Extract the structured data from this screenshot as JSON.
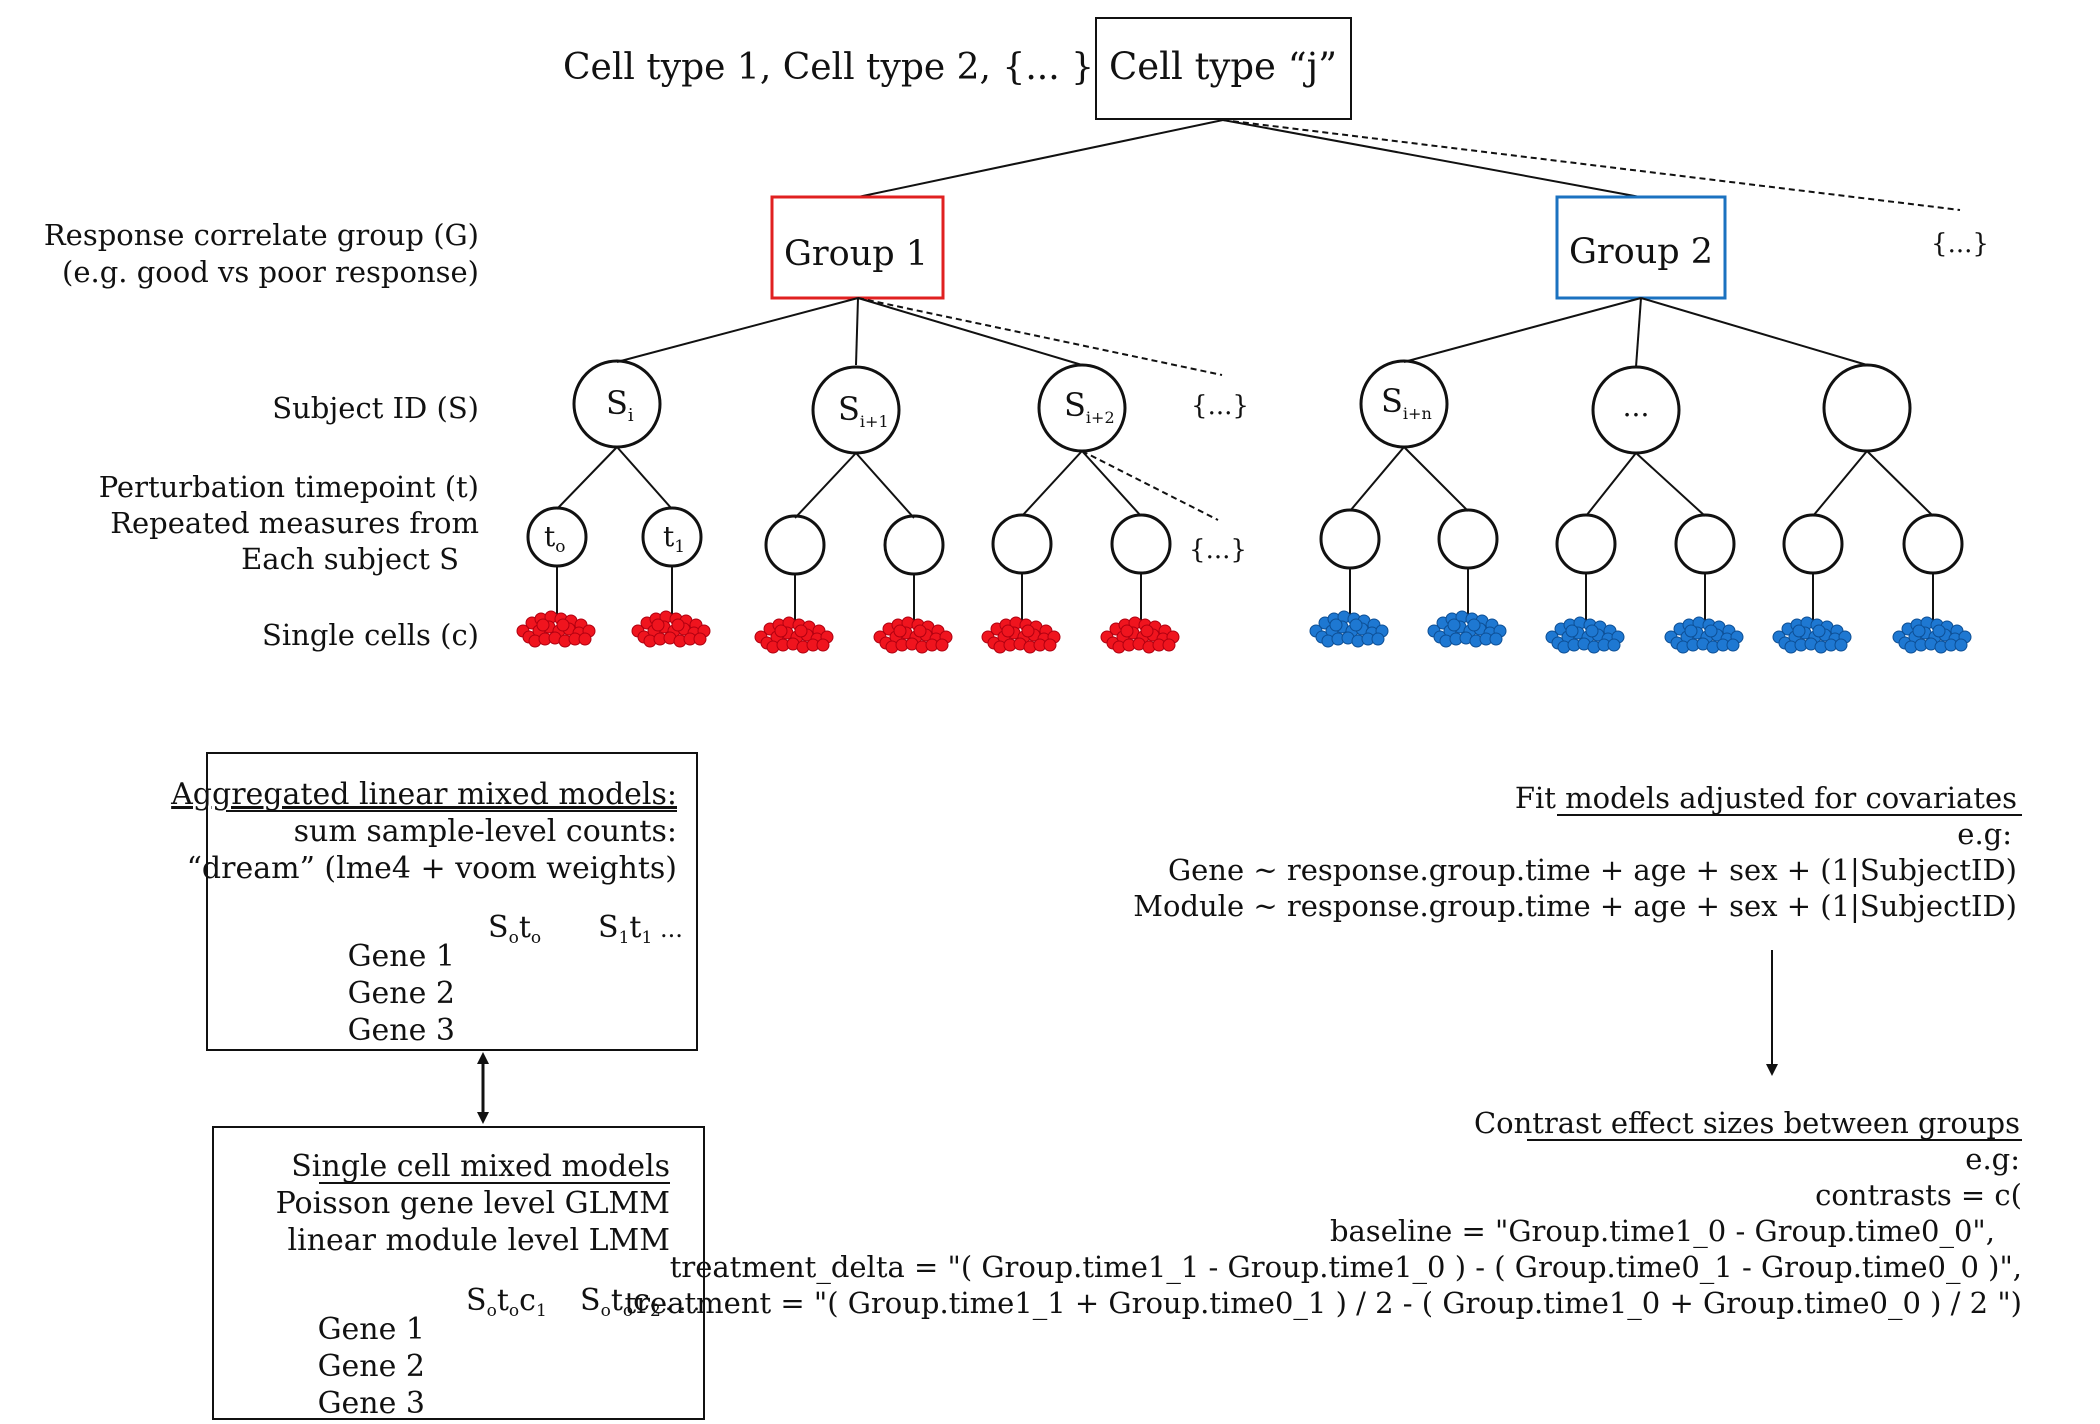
{
  "colors": {
    "line": "#111111",
    "group1": "#e02020",
    "group2": "#1b72c0",
    "cells_red": "#f0141e",
    "cells_blue": "#1e78d2"
  },
  "top": {
    "cell_types_list": "Cell type 1,  Cell type 2,   {... }",
    "cell_type_box": "Cell type “j”"
  },
  "row_labels": {
    "group_line1": "Response correlate group (G)",
    "group_line2": "(e.g. good vs poor response)",
    "subject": "Subject ID (S)",
    "time_line1": "Perturbation timepoint (t)",
    "time_line2": "Repeated measures from",
    "time_line3": "Each subject S",
    "cells": "Single cells (c)"
  },
  "groups": {
    "group1": "Group 1",
    "group2": "Group 2",
    "more": "{...}"
  },
  "subjects": {
    "s1_main": "S",
    "s1_sub": "i",
    "s2_main": "S",
    "s2_sub": "i+1",
    "s3_main": "S",
    "s3_sub": "i+2",
    "s4_main": "S",
    "s4_sub": "i+n",
    "s5": "...",
    "more": "{...}"
  },
  "timepoints": {
    "t0_main": "t",
    "t0_sub": "o",
    "t1_main": "t",
    "t1_sub": "1",
    "more": "{...}"
  },
  "box_aggregated": {
    "title": "Aggregated linear mixed models:",
    "line1": "sum sample-level counts:",
    "line2": "“dream” (lme4 + voom weights)",
    "col1_main": "S",
    "col1_sub1": "o",
    "col1_mid": "t",
    "col1_sub2": "o",
    "col2_main": "S",
    "col2_sub1": "1",
    "col2_mid": "t",
    "col2_sub2": "1",
    "col_more": "...",
    "rows": [
      "Gene 1",
      "Gene 2",
      "Gene 3"
    ]
  },
  "box_single_cell": {
    "title": "Single cell mixed models",
    "line1": "Poisson gene level GLMM",
    "line2": "linear module level LMM",
    "col1_main": "S",
    "col1_sub1": "o",
    "col1_mid": "t",
    "col1_sub2": "o",
    "col1_c": "c",
    "col1_sub3": "1",
    "col2_main": "S",
    "col2_sub1": "o",
    "col2_mid": "t",
    "col2_sub2": "o",
    "col2_c": "c",
    "col2_sub3": "2",
    "col_more": ". . .",
    "rows": [
      "Gene 1",
      "Gene 2",
      "Gene 3"
    ]
  },
  "fit_models": {
    "title": "Fit models adjusted for covariates",
    "eg": "e.g:",
    "line1": "Gene ~ response.group.time + age + sex + (1|SubjectID)",
    "line2": "Module ~ response.group.time + age + sex + (1|SubjectID)"
  },
  "contrasts": {
    "title": "Contrast effect sizes between groups",
    "eg": "e.g:",
    "line1": "contrasts = c(",
    "line2": "baseline = \"Group.time1_0 - Group.time0_0\",",
    "line3": "treatment_delta = \"( Group.time1_1 - Group.time1_0 ) - ( Group.time0_1 - Group.time0_0 )\",",
    "line4": "treatment = \"( Group.time1_1 + Group.time0_1 ) / 2 - ( Group.time1_0 + Group.time0_0 ) / 2 \")"
  }
}
